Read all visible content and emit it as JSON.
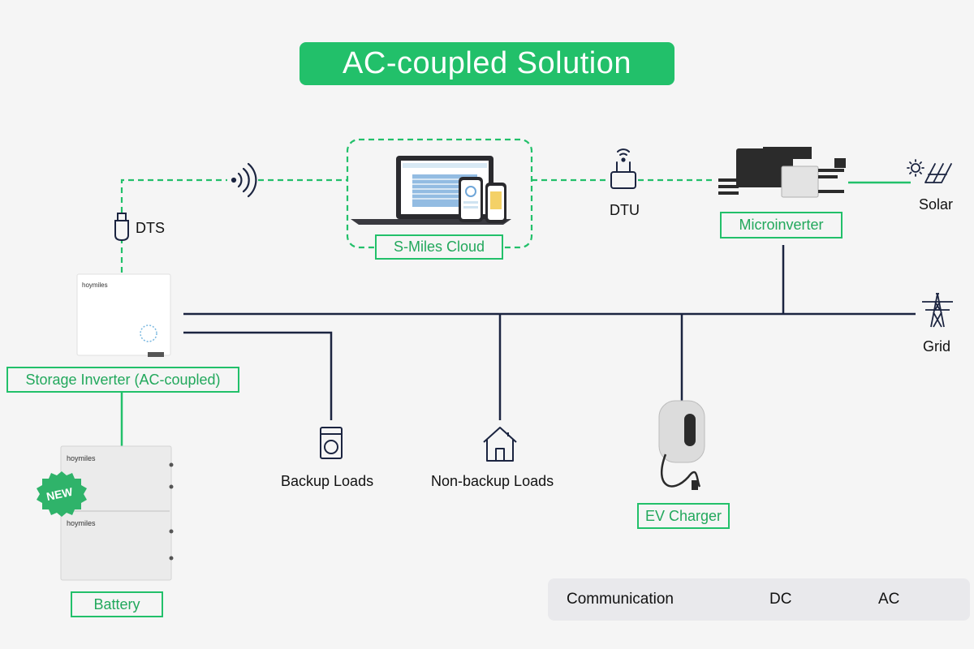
{
  "title": "AC-coupled Solution",
  "nodes": {
    "cloud": "S-Miles Cloud",
    "dts": "DTS",
    "dtu": "DTU",
    "microinverter": "Microinverter",
    "solar": "Solar",
    "grid": "Grid",
    "storage_inverter": "Storage Inverter (AC-coupled)",
    "battery": "Battery",
    "backup_loads": "Backup Loads",
    "nonbackup_loads": "Non-backup Loads",
    "ev_charger": "EV Charger"
  },
  "badge": "NEW",
  "brand": "hoymiles",
  "legend": {
    "communication": "Communication",
    "dc": "DC",
    "ac": "AC"
  },
  "colors": {
    "accent": "#22c06a",
    "ac_line": "#1b2440",
    "background": "#f5f5f5"
  }
}
